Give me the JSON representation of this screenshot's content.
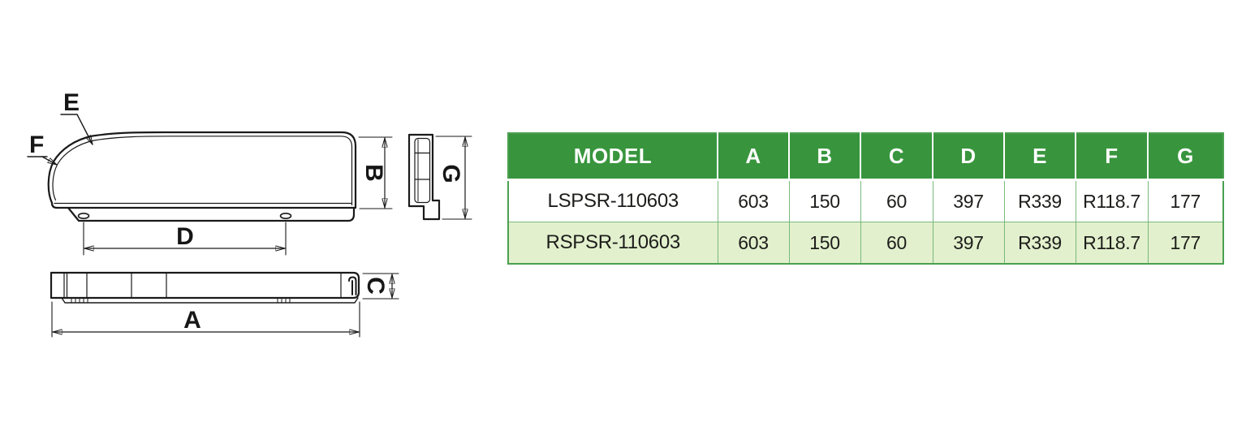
{
  "table": {
    "headers": [
      {
        "label": "MODEL"
      },
      {
        "label": "A"
      },
      {
        "label": "B"
      },
      {
        "label": "C"
      },
      {
        "label": "D"
      },
      {
        "label": "E"
      },
      {
        "label": "F"
      },
      {
        "label": "G"
      }
    ],
    "rows": [
      {
        "model": "LSPSR-110603",
        "A": "603",
        "B": "150",
        "C": "60",
        "D": "397",
        "E": "R339",
        "F": "R118.7",
        "G": "177"
      },
      {
        "model": "RSPSR-110603",
        "A": "603",
        "B": "150",
        "C": "60",
        "D": "397",
        "E": "R339",
        "F": "R118.7",
        "G": "177"
      }
    ],
    "colors": {
      "header_bg": "#38953d",
      "header_text": "#ffffff",
      "alt_row_bg": "#e2f0cd",
      "grid_line": "#7ab97c",
      "outer_border": "#4ba050",
      "body_text": "#1d1d1b"
    }
  },
  "diagram": {
    "line_color": "#1a1a1a",
    "dimension_labels": {
      "A": "A",
      "B": "B",
      "C": "C",
      "D": "D",
      "G": "G"
    },
    "callout_labels": {
      "E": "E",
      "F": "F"
    }
  }
}
